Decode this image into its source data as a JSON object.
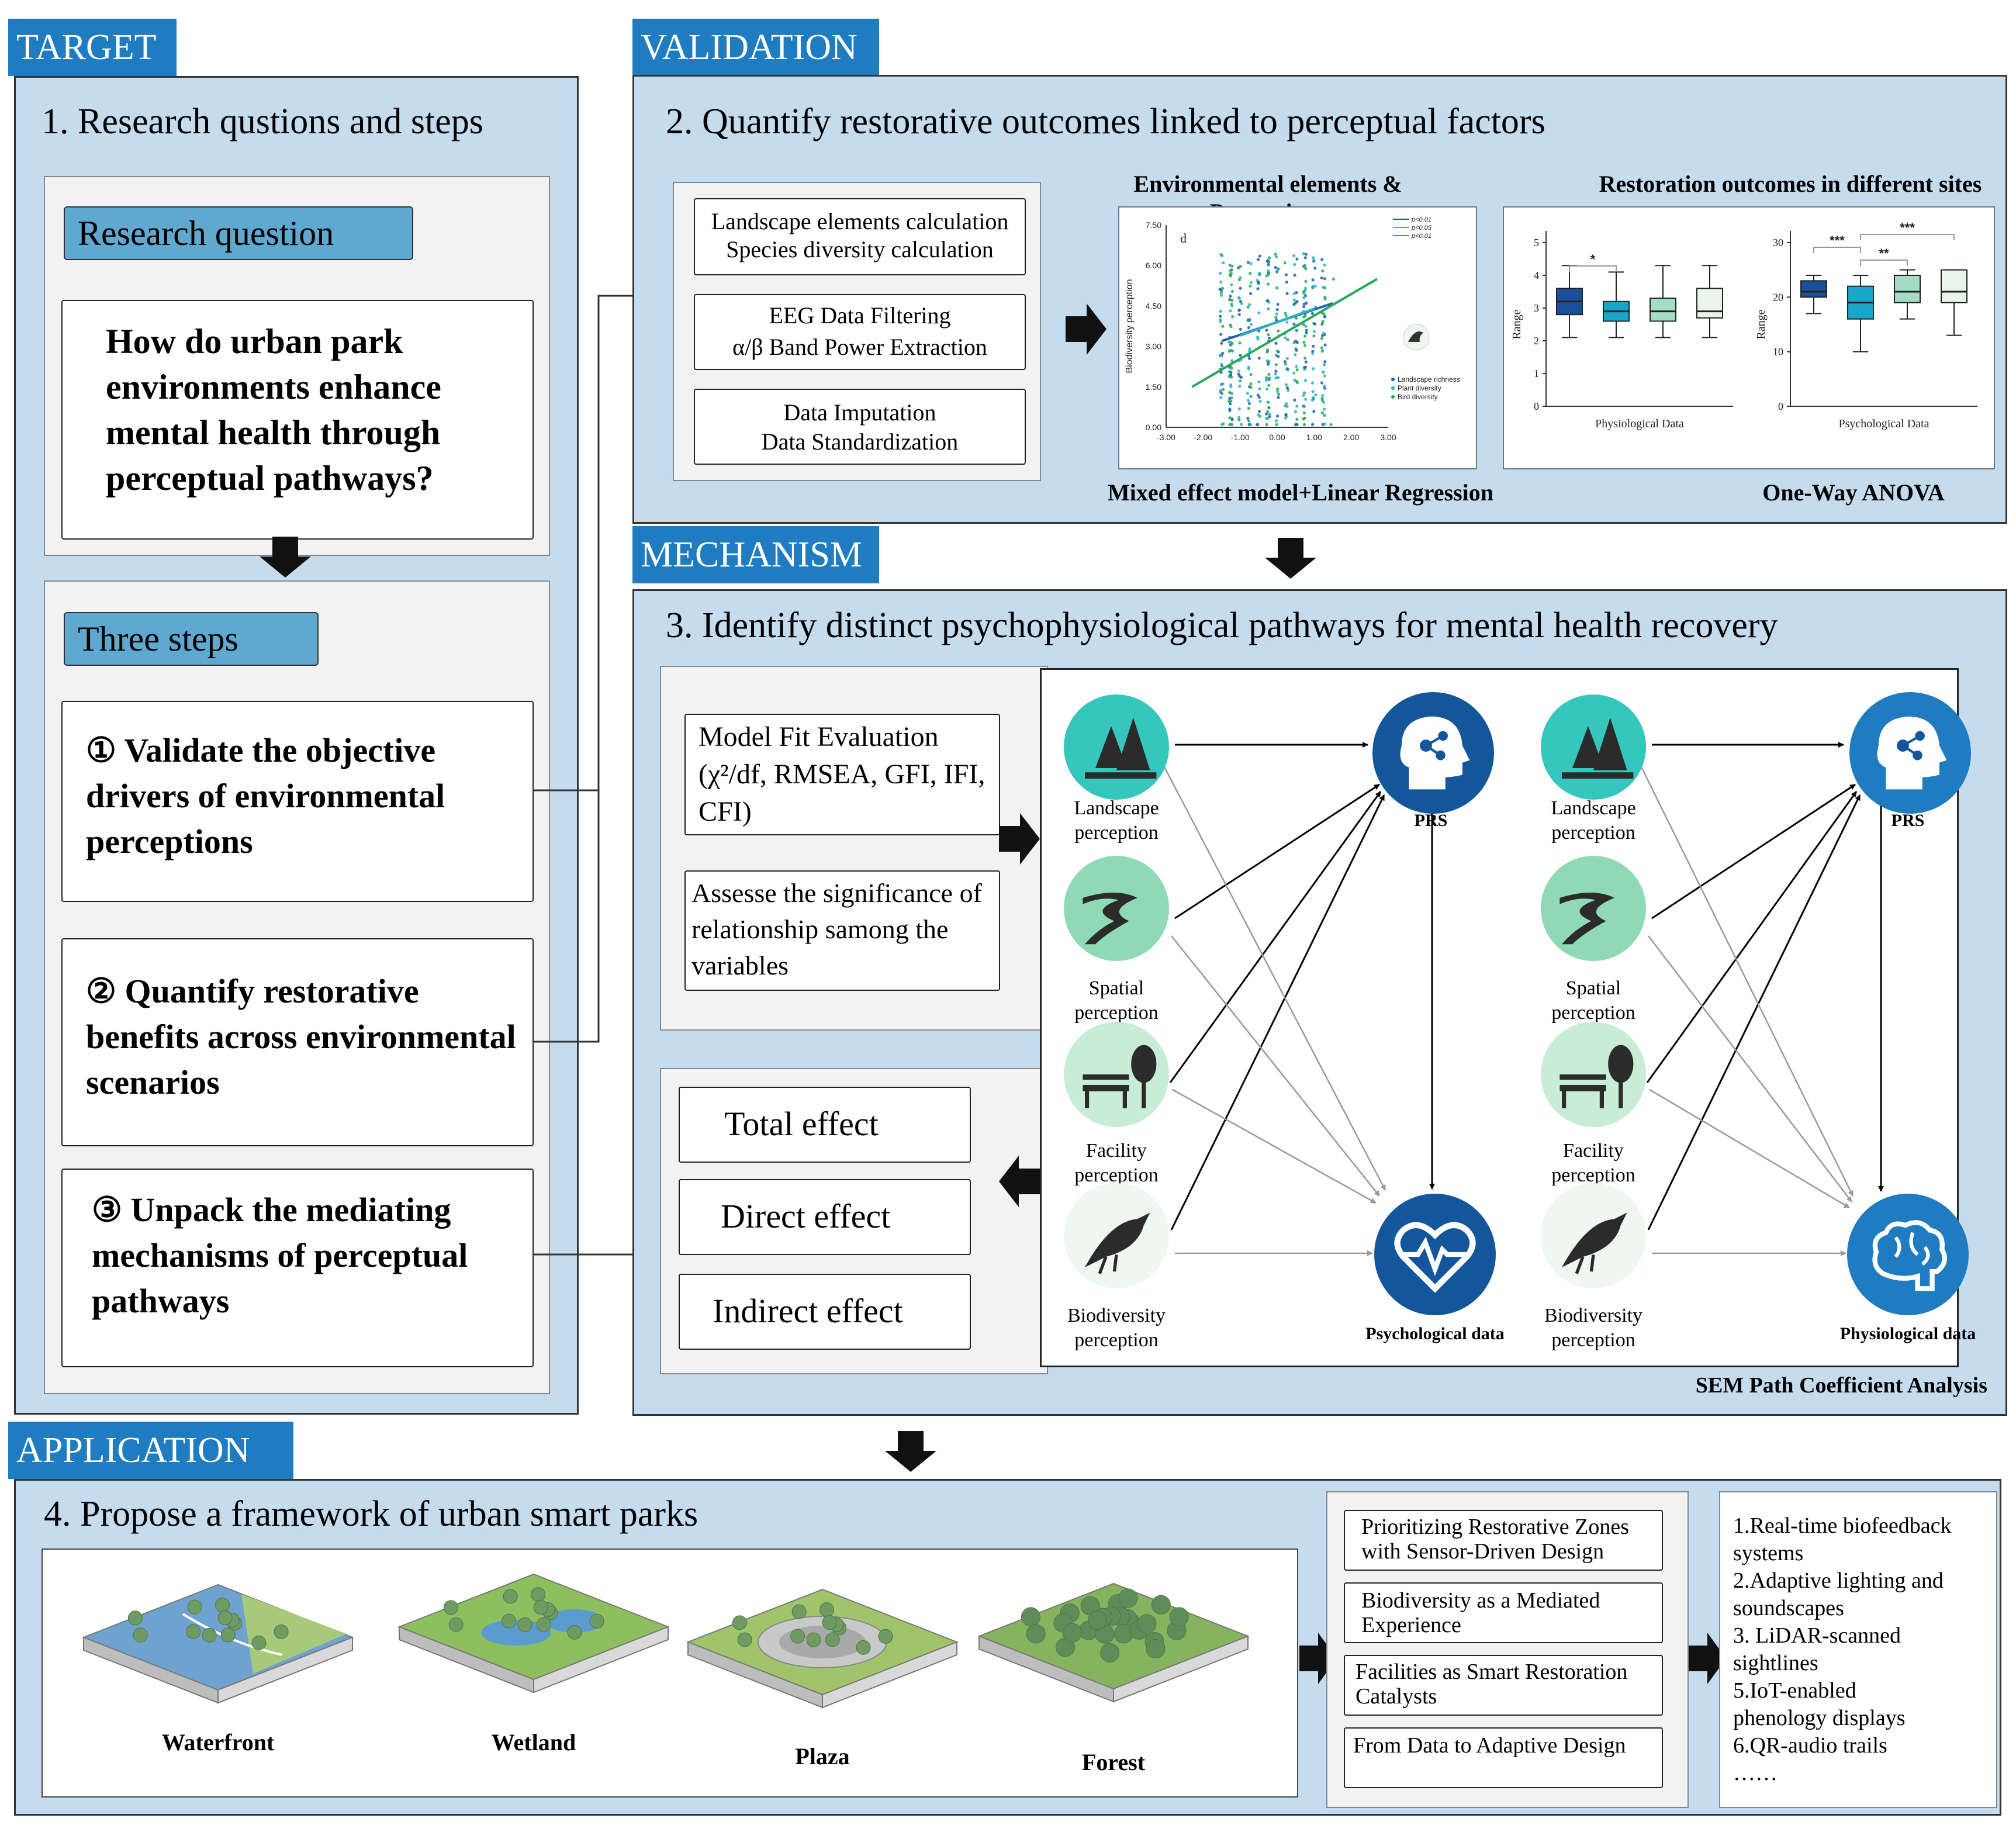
{
  "tags": {
    "target": "TARGET",
    "validation": "VALIDATION",
    "mechanism": "MECHANISM",
    "application": "APPLICATION"
  },
  "panel1": {
    "title": "1. Research qustions and steps",
    "rq_label": "Research question",
    "rq_text": "How do urban park environments enhance mental health through perceptual pathways?",
    "steps_label": "Three steps",
    "steps": [
      "① Validate the objective drivers of environmental perceptions",
      "② Quantify restorative benefits across environmental scenarios",
      "③  Unpack the mediating mechanisms of perceptual pathways"
    ]
  },
  "panel2": {
    "title": "2. Quantify restorative outcomes linked to perceptual factors",
    "methods": [
      {
        "l1": "Landscape  elements calculation",
        "l2": "Species diversity calculation"
      },
      {
        "l1": "EEG Data Filtering",
        "l2": "α/β Band Power Extraction"
      },
      {
        "l1": "Data Imputation",
        "l2": "Data Standardization"
      }
    ],
    "head_left": "Environmental elements & Perceptions",
    "head_right": "Restoration outcomes in different sites",
    "cap_left": "Mixed effect model+Linear Regression",
    "cap_right": "One-Way ANOVA"
  },
  "chart_data": [
    {
      "type": "scatter",
      "panel_letter": "d",
      "ylabel": "Biodiversity perception",
      "xlim": [
        -3.0,
        3.0
      ],
      "ylim": [
        0.0,
        7.5
      ],
      "xticks": [
        "-3.00",
        "-2.00",
        "-1.00",
        "0.00",
        "1.00",
        "2.00",
        "3.00"
      ],
      "yticks": [
        "0.00",
        "1.50",
        "3.00",
        "4.50",
        "6.00",
        "7.50"
      ],
      "line_legend": [
        "p<0.01",
        "p<0.05",
        "p<0.01"
      ],
      "series": [
        {
          "name": "Landscape richness",
          "color": "#1f5fb0",
          "fit": [
            [
              -1.5,
              3.2
            ],
            [
              1.5,
              4.6
            ]
          ]
        },
        {
          "name": "Plant diversity",
          "color": "#2bb0c0",
          "fit": [
            [
              -1.0,
              3.4
            ],
            [
              1.0,
              4.4
            ]
          ]
        },
        {
          "name": "Bird diversity",
          "color": "#25a85a",
          "fit": [
            [
              -2.3,
              1.5
            ],
            [
              2.7,
              5.5
            ]
          ]
        }
      ]
    },
    {
      "type": "box",
      "xlabel": "Physiological Data",
      "ylabel": "Range",
      "ylim": [
        0,
        5
      ],
      "yticks": [
        "0",
        "1",
        "2",
        "3",
        "4",
        "5"
      ],
      "boxes": [
        {
          "min": 2.1,
          "q1": 2.8,
          "median": 3.2,
          "q3": 3.6,
          "max": 4.3,
          "color": "#1a4f9c"
        },
        {
          "min": 2.1,
          "q1": 2.6,
          "median": 2.9,
          "q3": 3.2,
          "max": 4.1,
          "color": "#1aa6c8"
        },
        {
          "min": 2.1,
          "q1": 2.6,
          "median": 2.9,
          "q3": 3.3,
          "max": 4.3,
          "color": "#a4dcc4"
        },
        {
          "min": 2.1,
          "q1": 2.7,
          "median": 2.9,
          "q3": 3.6,
          "max": 4.3,
          "color": "#eaf5ea"
        }
      ],
      "sig": [
        {
          "from": 0,
          "to": 1,
          "label": "*"
        }
      ]
    },
    {
      "type": "box",
      "xlabel": "Psychological Data",
      "ylabel": "Range",
      "ylim": [
        0,
        30
      ],
      "yticks": [
        "0",
        "10",
        "20",
        "30"
      ],
      "boxes": [
        {
          "min": 17,
          "q1": 20,
          "median": 21,
          "q3": 23,
          "max": 24,
          "color": "#1a4f9c"
        },
        {
          "min": 10,
          "q1": 16,
          "median": 19,
          "q3": 22,
          "max": 24,
          "color": "#1aa6c8"
        },
        {
          "min": 16,
          "q1": 19,
          "median": 21,
          "q3": 24,
          "max": 25,
          "color": "#a4dcc4"
        },
        {
          "min": 13,
          "q1": 19,
          "median": 21,
          "q3": 25,
          "max": 25,
          "color": "#eaf5ea"
        }
      ],
      "sig": [
        {
          "from": 0,
          "to": 1,
          "label": "***"
        },
        {
          "from": 1,
          "to": 2,
          "label": "**"
        },
        {
          "from": 1,
          "to": 3,
          "label": "***"
        }
      ]
    }
  ],
  "panel3": {
    "title": "3. Identify distinct psychophysiological pathways for mental health recovery",
    "fit_box": "Model Fit Evaluation (χ²/df, RMSEA, GFI, IFI, CFI)",
    "assess_box": "Assesse the significance of relationship samong the variables",
    "effects": [
      "Total effect",
      "Direct effect",
      "Indirect effect"
    ],
    "sem_caption": "SEM Path Coefficient Analysis",
    "nodes_left": [
      {
        "l1": "Landscape",
        "l2": "perception",
        "icon": "trees-icon",
        "color": "#35c7bd"
      },
      {
        "l1": "Spatial",
        "l2": "perception",
        "icon": "path-icon",
        "color": "#8fd9b4"
      },
      {
        "l1": "Facility",
        "l2": "perception",
        "icon": "bench-icon",
        "color": "#c8ecd6"
      },
      {
        "l1": "Biodiversity",
        "l2": "perception",
        "icon": "bird-icon",
        "color": "#eef8f0"
      }
    ],
    "prs_label": "PRS",
    "outcome_left": "Psychological data",
    "outcome_right": "Physiological data"
  },
  "panel4": {
    "title": "4. Propose a framework of urban smart parks",
    "sites": [
      "Waterfront",
      "Wetland",
      "Plaza",
      "Forest"
    ],
    "strategies": [
      {
        "l1": "Prioritizing Restorative Zones",
        "l2": "with Sensor-Driven Design"
      },
      {
        "l1": "Biodiversity as a Mediated",
        "l2": "Experience"
      },
      {
        "l1": "Facilities as Smart Restoration",
        "l2": "Catalysts"
      },
      {
        "l1": "From Data to Adaptive Design",
        "l2": ""
      }
    ],
    "actions": [
      "1.Real-time biofeedback",
      "systems",
      "2.Adaptive lighting and",
      "soundscapes",
      "3. LiDAR-scanned",
      "sightlines",
      "5.IoT-enabled",
      "phenology displays",
      "6.QR-audio trails",
      "……"
    ]
  },
  "colors": {
    "tag": "#1f7cc1",
    "panel": "#c5dcee",
    "navy": "#14569b",
    "blue": "#1f7cc1"
  }
}
